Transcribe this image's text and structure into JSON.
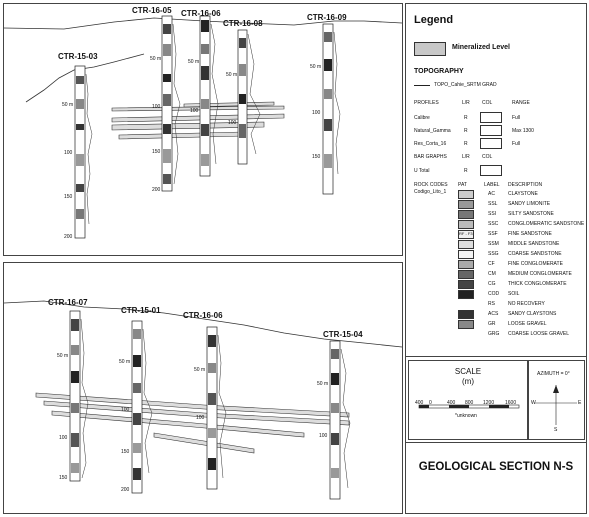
{
  "top_section": {
    "holes": [
      {
        "name": "CTR-15-03",
        "depths": [
          "50 m",
          "100",
          "150",
          "200"
        ]
      },
      {
        "name": "CTR-16-05",
        "depths": [
          "50 m",
          "100",
          "150",
          "200"
        ]
      },
      {
        "name": "CTR-16-06",
        "depths": [
          "50 m",
          "100"
        ]
      },
      {
        "name": "CTR-16-08",
        "depths": [
          "50 m",
          "100"
        ]
      },
      {
        "name": "CTR-16-09",
        "depths": [
          "50 m",
          "100",
          "150"
        ]
      }
    ]
  },
  "bottom_section": {
    "holes": [
      {
        "name": "CTR-16-07",
        "depths": [
          "50 m",
          "100",
          "150"
        ]
      },
      {
        "name": "CTR-15-01",
        "depths": [
          "50 m",
          "100",
          "150",
          "200"
        ]
      },
      {
        "name": "CTR-16-06",
        "depths": [
          "50 m",
          "100"
        ]
      },
      {
        "name": "CTR-15-04",
        "depths": [
          "50 m",
          "100"
        ]
      }
    ]
  },
  "legend": {
    "title": "Legend",
    "mineralized_level": "Mineralized Level",
    "topography": {
      "heading": "TOPOGRAPHY",
      "entry": "TOPO_Cahie_SRTM GRAD"
    },
    "profiles": {
      "heading": "PROFILES",
      "col_lr": "L/R",
      "col_col": "COL",
      "col_range": "RANGE",
      "rows": [
        {
          "name": "Calibre",
          "lr": "R",
          "range": "Full"
        },
        {
          "name": "Natural_Gamma",
          "lr": "R",
          "range": "Max 1300"
        },
        {
          "name": "Res_Corta_16",
          "lr": "R",
          "range": "Full"
        }
      ]
    },
    "bar_graphs": {
      "heading": "BAR GRAPHS",
      "col_lr": "L/R",
      "col_col": "COL",
      "rows": [
        {
          "name": "U Total",
          "lr": "R"
        }
      ]
    },
    "rock_codes": {
      "heading": "ROCK CODES",
      "sub": "Codigo_Lito_1",
      "col_pat": "PAT",
      "col_label": "LABEL",
      "col_desc": "DESCRIPTION",
      "rows": [
        {
          "code": "AC",
          "desc": "CLAYSTONE"
        },
        {
          "code": "SSL",
          "desc": "SANDY LIMONITE"
        },
        {
          "code": "SSI",
          "desc": "SILTY SANDSTONE"
        },
        {
          "code": "SSC",
          "desc": "CONGLOMERATIC SANDSTONE"
        },
        {
          "code": "SSF",
          "desc": "FINE SANDSTONE"
        },
        {
          "code": "SSM",
          "desc": "MIDDLE SANDSTONE"
        },
        {
          "code": "SSG",
          "desc": "COARSE SANDSTONE"
        },
        {
          "code": "CF",
          "desc": "FINE CONGLOMERATE"
        },
        {
          "code": "CM",
          "desc": "MEDIUM CONGLOMERATE"
        },
        {
          "code": "CG",
          "desc": "THICK CONGLOMERATE"
        },
        {
          "code": "COD",
          "desc": "SOIL"
        },
        {
          "code": "RS",
          "desc": "NO RECOVERY"
        },
        {
          "code": "ACS",
          "desc": "SANDY CLAYSTONS"
        },
        {
          "code": "GR",
          "desc": "LOOSE GRAVEL"
        },
        {
          "code": "GRG",
          "desc": "COARSE LOOSE GRAVEL"
        }
      ]
    },
    "pattern_labels": [
      "RF - F3"
    ],
    "scale": {
      "title": "SCALE",
      "unit": "(m)",
      "ticks": [
        "400",
        "0",
        "400",
        "800",
        "1200",
        "1600"
      ],
      "note": "*unknown"
    },
    "azimuth": {
      "label": "AZIMUTH = 0°",
      "w": "W",
      "e": "E",
      "s": "S"
    },
    "section_title": "GEOLOGICAL SECTION N-S"
  },
  "colors": {
    "mineralized_fill": "#c8c8c8",
    "ink": "#111111"
  }
}
